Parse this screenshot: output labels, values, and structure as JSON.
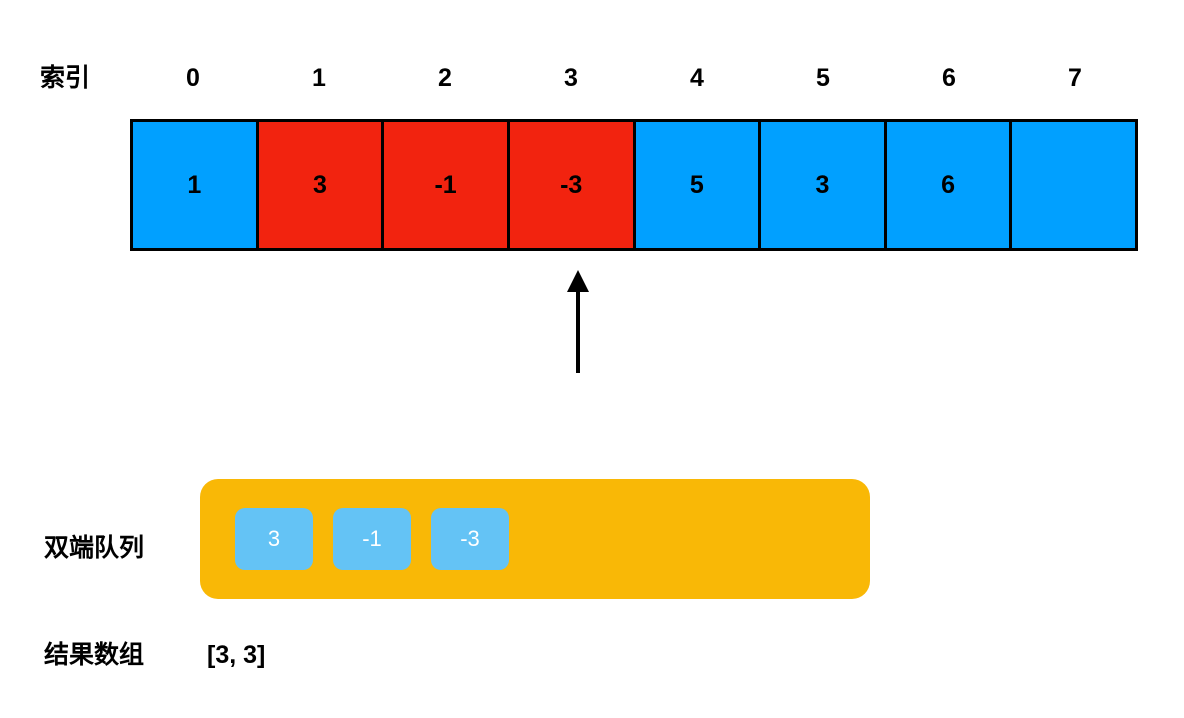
{
  "figure": {
    "title_row": {
      "index_label": "索引",
      "indices": [
        "0",
        "1",
        "2",
        "3",
        "4",
        "5",
        "6",
        "7"
      ]
    },
    "array": {
      "cells": [
        {
          "value": "1",
          "color": "blue"
        },
        {
          "value": "3",
          "color": "red"
        },
        {
          "value": "-1",
          "color": "red"
        },
        {
          "value": "-3",
          "color": "red"
        },
        {
          "value": "5",
          "color": "blue"
        },
        {
          "value": "3",
          "color": "blue"
        },
        {
          "value": "6",
          "color": "blue"
        },
        {
          "value": "",
          "color": "blue"
        }
      ]
    },
    "pointer": {
      "points_to_index": "3",
      "direction": "up"
    },
    "deque": {
      "label": "双端队列",
      "items": [
        "3",
        "-1",
        "-3"
      ]
    },
    "result": {
      "label": "结果数组",
      "value": "[3, 3]"
    },
    "colors": {
      "cell_blue": "#01A0FF",
      "cell_red": "#F2230F",
      "deque_background": "#F9B806",
      "deque_chip": "#64C3F5",
      "border": "#000000",
      "text": "#000000",
      "chip_text": "#FFFFFF",
      "page_background": "#FFFFFF"
    }
  }
}
